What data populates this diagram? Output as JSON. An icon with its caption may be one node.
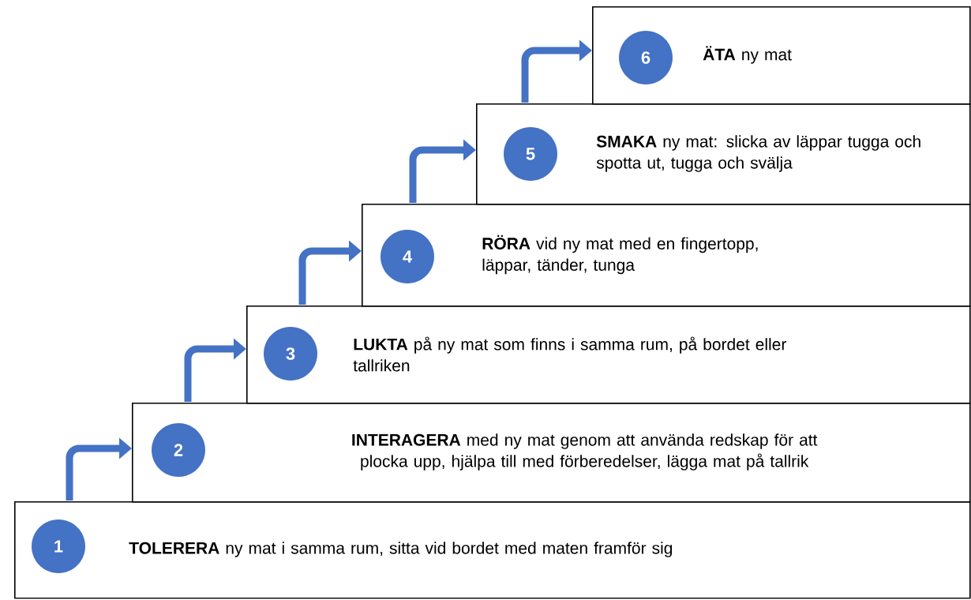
{
  "diagram": {
    "nodes": [
      {
        "text": [
          "**TOLERERA** ny mat i samma rum, sitta vid bordet med maten framför sig"
        ]
      },
      {
        "text": [
          "1"
        ],
        "in": 0
      },
      {
        "text": [
          "**INTERAGERA** med ny mat genom att använda redskap för att plocka upp, hjälpa till med förberedelser, lägga mat på tallrik"
        ]
      },
      {
        "text": [
          "2"
        ],
        "in": 2
      },
      {
        "text": [
          "**LUKTA** på ny mat som finns i samma rum, på bordet eller tallriken"
        ]
      },
      {
        "text": [
          "3"
        ],
        "in": 4
      },
      {
        "text": [
          "**RÖRA** vid ny mat med en fingertopp, läppar, tänder, tunga"
        ]
      },
      {
        "text": [
          "4"
        ],
        "in": 6
      },
      {
        "text": [
          "**SMAKA** ny mat: slicka av läppar tugga och spotta ut, tugga och svälja"
        ]
      },
      {
        "text": [
          "5"
        ],
        "in": 8
      },
      {
        "text": [
          "**ÄTA** ny mat"
        ]
      },
      {
        "text": [
          "6"
        ],
        "in": 10
      }
    ],
    "edges": [
      {
        "from": 0,
        "to": 2,
        "arrow": "to"
      },
      {
        "from": 2,
        "to": 4,
        "arrow": "to"
      },
      {
        "from": 4,
        "to": 6,
        "arrow": "to"
      },
      {
        "from": 6,
        "to": 8,
        "arrow": "to"
      },
      {
        "from": 8,
        "to": 10,
        "arrow": "to"
      }
    ]
  }
}
